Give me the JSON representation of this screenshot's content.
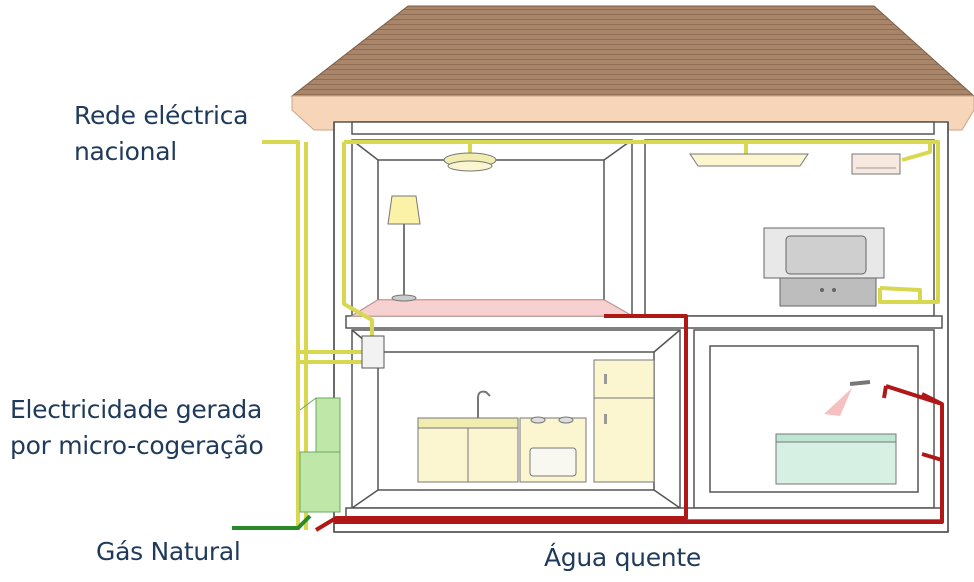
{
  "labels": {
    "grid": [
      "Rede eléctrica",
      "nacional"
    ],
    "cogeneration": [
      "Electricidade gerada",
      "por micro-cogeração"
    ],
    "gas": "Gás Natural",
    "hot_water": "Água quente"
  },
  "colors": {
    "label_text": "#1f3a5a",
    "roof": "#a9856a",
    "fascia": "#f7d5b8",
    "wall": "#ffffff",
    "wall_stroke": "#555555",
    "electric_line": "#e0e060",
    "hot_water_line": "#b01818",
    "gas_line": "#2a8a2a",
    "cogen_unit": "#bfe8a8",
    "floor_heating": "#f7d0d0",
    "appliance": "#fbf6d0"
  },
  "icons": [
    "ceiling-lamp-icon",
    "ceiling-light-icon",
    "air-conditioner-icon",
    "floor-lamp-icon",
    "television-icon",
    "kitchen-sink-icon",
    "stove-icon",
    "refrigerator-icon",
    "shower-icon",
    "bathtub-icon",
    "junction-box-icon",
    "cogeneration-unit-icon"
  ]
}
